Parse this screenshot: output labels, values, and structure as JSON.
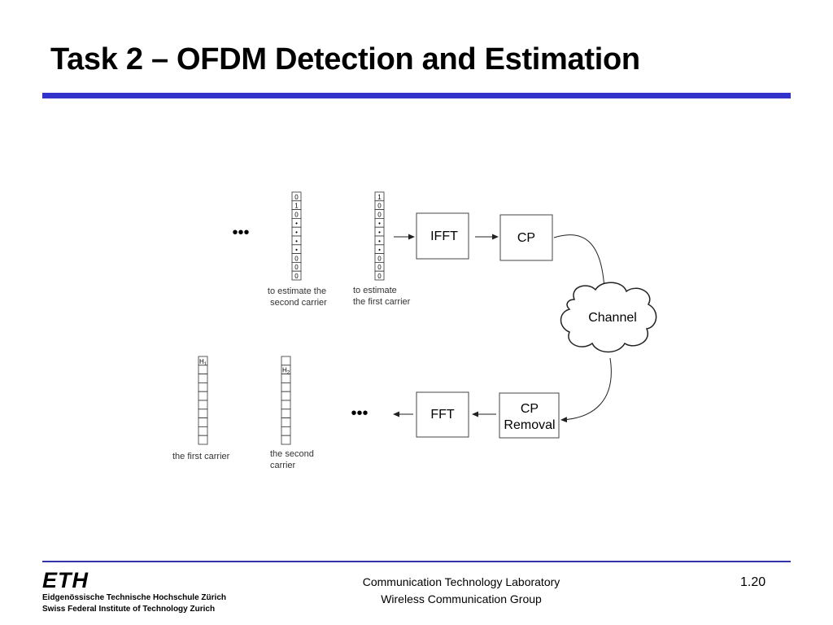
{
  "slide": {
    "title": "Task 2 – OFDM Detection and Estimation",
    "page_number": "1.20",
    "accent_color": "#3333cc"
  },
  "footer": {
    "logo_text": "ETH",
    "institute_de": "Eidgenössische Technische Hochschule Zürich",
    "institute_en": "Swiss Federal Institute of Technology Zurich",
    "lab": "Communication Technology Laboratory",
    "group": "Wireless Communication Group"
  },
  "diagram": {
    "ellipsis": "•••",
    "blocks": {
      "ifft": "IFFT",
      "cp": "CP",
      "channel": "Channel",
      "cp_removal_line1": "CP",
      "cp_removal_line2": "Removal",
      "fft": "FFT"
    },
    "pilot_second": {
      "cells": [
        "0",
        "1",
        "0",
        "•",
        "•",
        "•",
        "•",
        "0",
        "0",
        "0"
      ],
      "caption_line1": "to estimate the",
      "caption_line2": "second carrier"
    },
    "pilot_first": {
      "cells": [
        "1",
        "0",
        "0",
        "•",
        "•",
        "•",
        "•",
        "0",
        "0",
        "0"
      ],
      "caption_line1": "to estimate",
      "caption_line2": "the first carrier"
    },
    "estimate_first": {
      "cells": [
        "H1",
        "",
        "",
        "",
        "",
        "",
        "",
        "",
        "",
        ""
      ],
      "label_main": "H",
      "label_sub": "1",
      "caption_line1": "the first carrier"
    },
    "estimate_second": {
      "cells": [
        "",
        "H2",
        "",
        "",
        "",
        "",
        "",
        "",
        "",
        ""
      ],
      "label_main": "H",
      "label_sub": "2",
      "caption_line1": "the second",
      "caption_line2": "carrier"
    }
  }
}
